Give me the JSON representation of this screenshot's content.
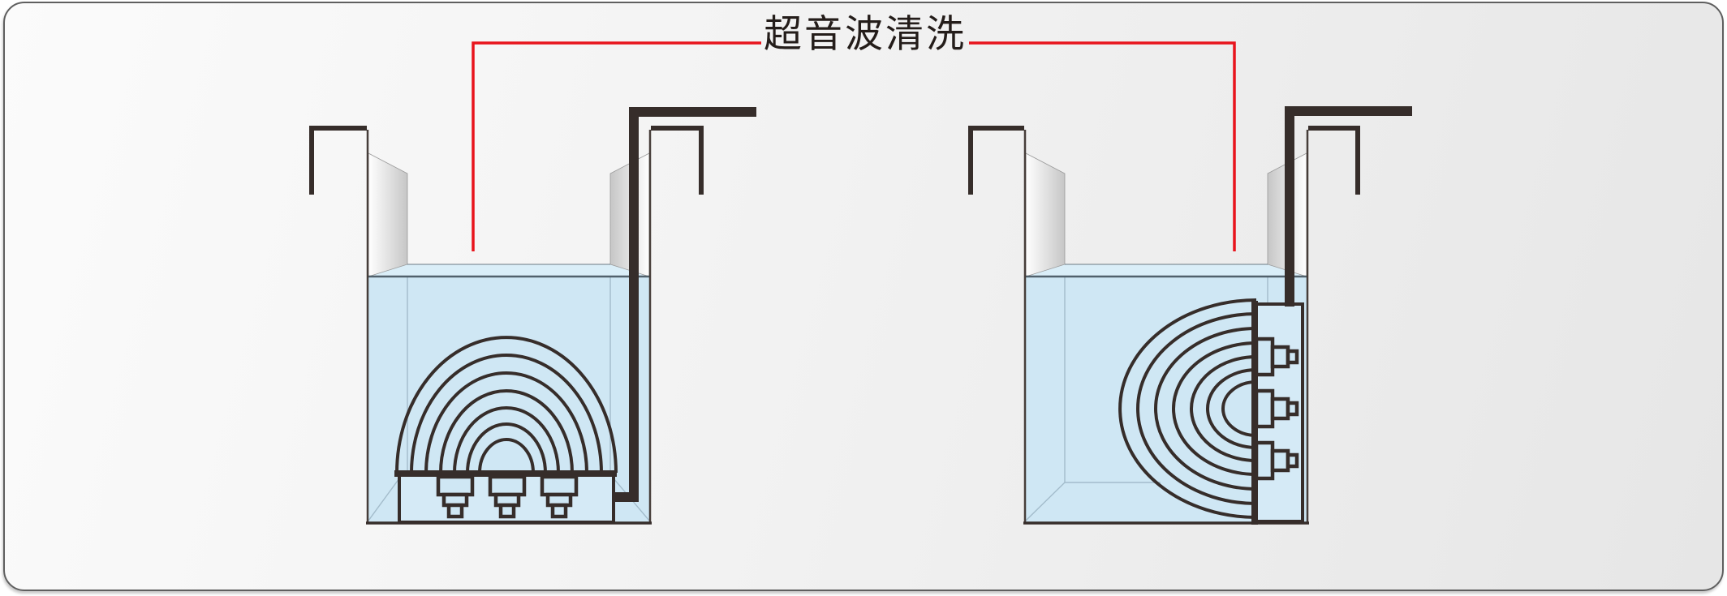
{
  "title": {
    "text": "超音波清洗"
  },
  "colors": {
    "accent_red": "#e8141c",
    "line_dark": "#362d2a",
    "wall_line": "#463d39",
    "water": "#cfe7f4",
    "water_surface": "#daeef8",
    "water_box": "#d5eaf6",
    "water_edge_line": "#51616c",
    "faint_line": "#a3bccb",
    "panel_face_light": "#ffffff",
    "panel_face_shade": "#c6c6c6",
    "canvas_border": "#5f5f5f",
    "canvas_bg_start": "#fbfbfb",
    "canvas_bg_end": "#e6e6e6",
    "title_color": "#241d1a"
  },
  "left_diagram": {
    "name": "Tank with bottom-mounted ultrasonic transducers",
    "transducer_position": "bottom",
    "transducer_count": 3,
    "wave_arc_count": 7
  },
  "right_diagram": {
    "name": "Tank with side-mounted ultrasonic transducers",
    "transducer_position": "side",
    "transducer_count": 3,
    "wave_arc_count": 7
  }
}
